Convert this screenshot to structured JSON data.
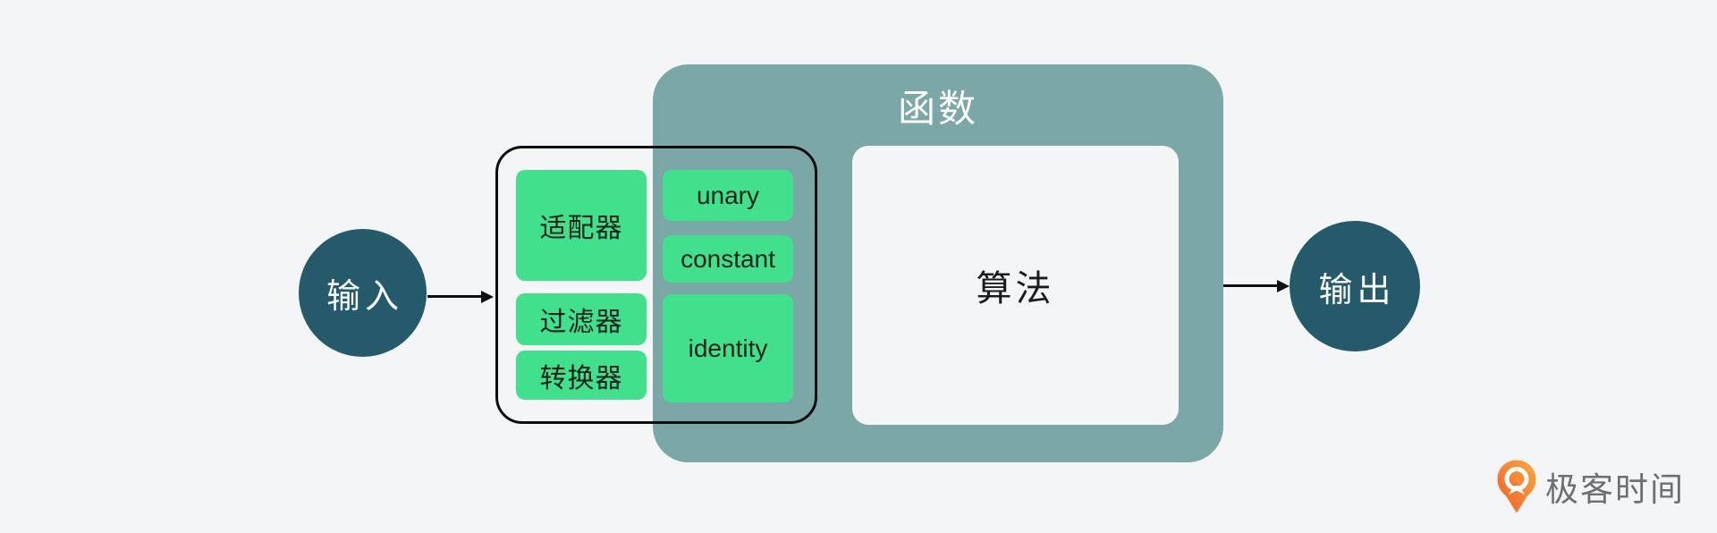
{
  "diagram": {
    "input": {
      "label": "输入"
    },
    "output": {
      "label": "输出"
    },
    "function_panel": {
      "title": "函数",
      "algorithm": {
        "label": "算法"
      }
    },
    "helpers": {
      "chinese": [
        {
          "label": "适配器"
        },
        {
          "label": "过滤器"
        },
        {
          "label": "转换器"
        }
      ],
      "english": [
        {
          "label": "unary"
        },
        {
          "label": "constant"
        },
        {
          "label": "identity"
        }
      ]
    }
  },
  "branding": {
    "logo_text": "极客时间",
    "logo_icon": "geektime-pin-icon"
  },
  "colors": {
    "background": "#f4f5f7",
    "teal_panel": "#7ba7a6",
    "node_circle": "#255a6b",
    "green_box": "#41e08d",
    "outline": "#0d0d0d",
    "logo_orange_dark": "#ee5f2a",
    "logo_orange_light": "#fbaa3f",
    "logo_text_gray": "#6f6f6f"
  }
}
